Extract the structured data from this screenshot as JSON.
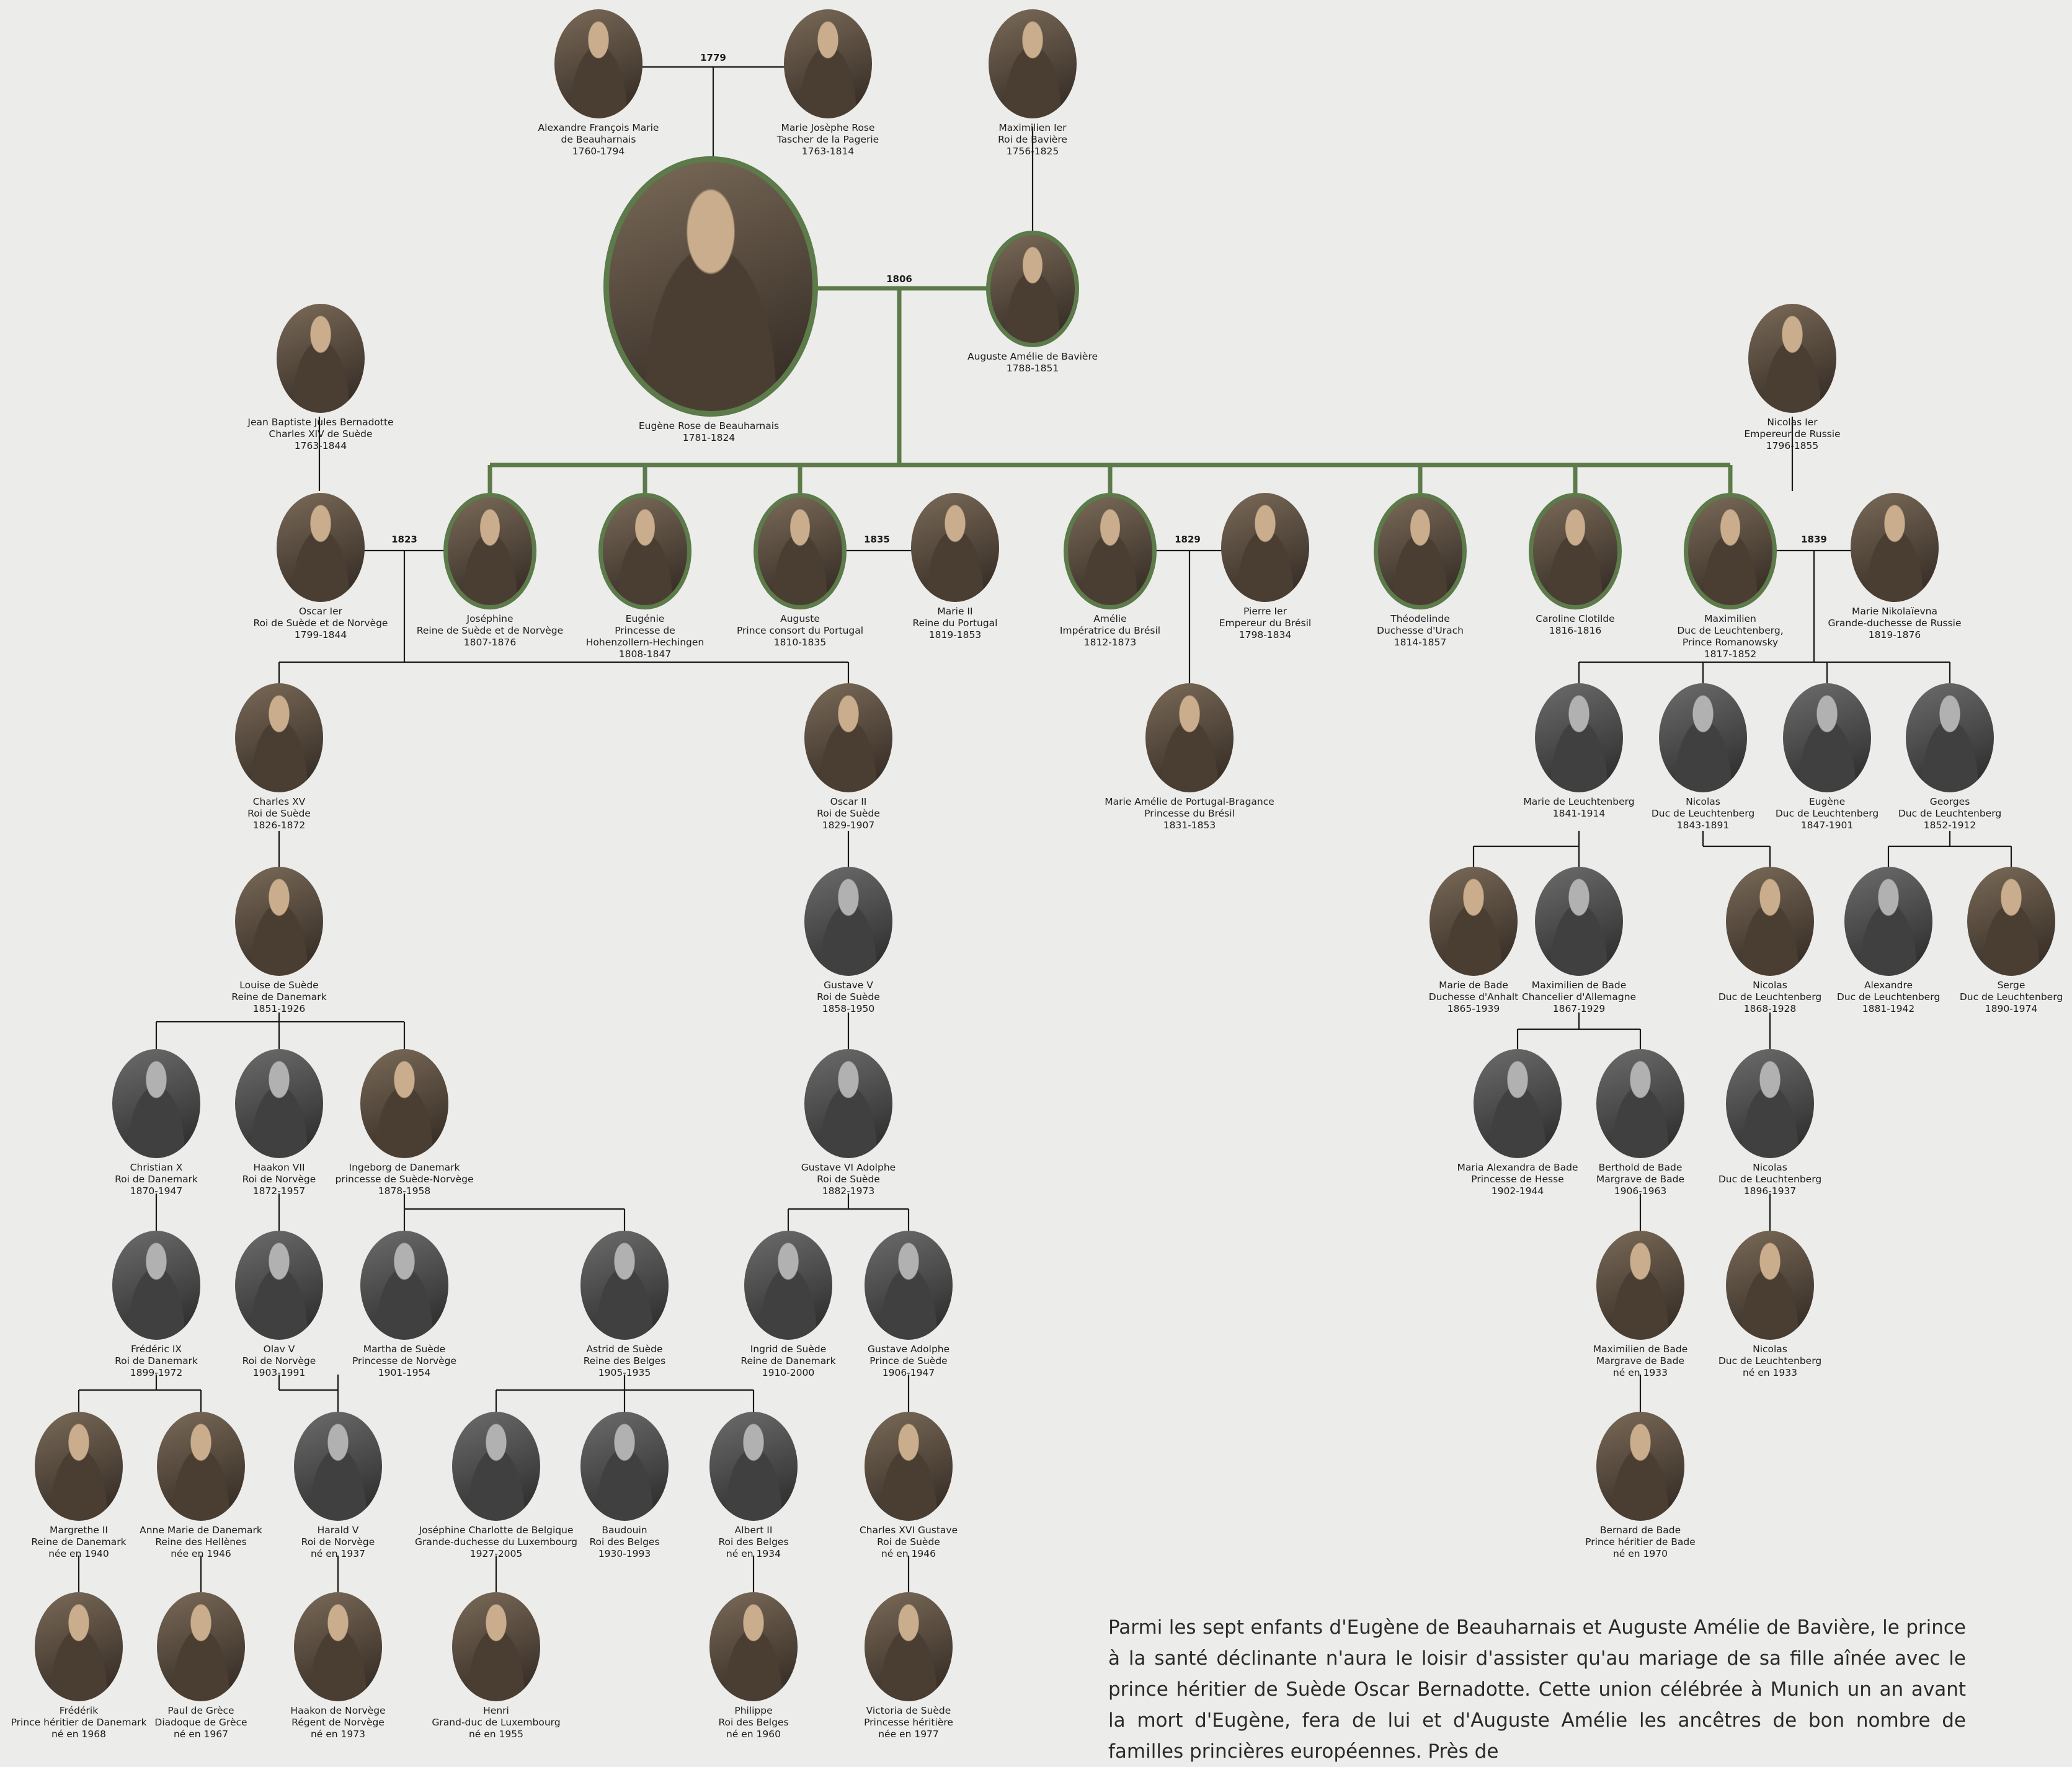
{
  "colors": {
    "background": "#ececea",
    "main_line": "#5c7a4a",
    "line": "#1a1a1a",
    "text": "#1c1c1c"
  },
  "people": [
    {
      "id": "alexandre",
      "lines": [
        "Alexandre François Marie",
        "de Beauharnais",
        "1760-1794"
      ]
    },
    {
      "id": "josephine_t",
      "lines": [
        "Marie Josèphe Rose",
        "Tascher de la Pagerie",
        "1763-1814"
      ]
    },
    {
      "id": "maximilien1",
      "lines": [
        "Maximilien Ier",
        "Roi de Bavière",
        "1756-1825"
      ]
    },
    {
      "id": "eugene",
      "lines": [
        "Eugène Rose de Beauharnais",
        "1781-1824"
      ]
    },
    {
      "id": "auguste_amelie",
      "lines": [
        "Auguste Amélie de Bavière",
        "1788-1851"
      ]
    },
    {
      "id": "bernadotte",
      "lines": [
        "Jean Baptiste Jules Bernadotte",
        "Charles XIV de Suède",
        "1763-1844"
      ]
    },
    {
      "id": "nicolas1",
      "lines": [
        "Nicolas Ier",
        "Empereur de Russie",
        "1796-1855"
      ]
    },
    {
      "id": "oscar1",
      "lines": [
        "Oscar Ier",
        "Roi de Suède et de Norvège",
        "1799-1844"
      ]
    },
    {
      "id": "josephine",
      "lines": [
        "Joséphine",
        "Reine de Suède et de Norvège",
        "1807-1876"
      ]
    },
    {
      "id": "eugenie",
      "lines": [
        "Eugénie",
        "Princesse de",
        "Hohenzollern-Hechingen",
        "1808-1847"
      ]
    },
    {
      "id": "auguste",
      "lines": [
        "Auguste",
        "Prince consort du Portugal",
        "1810-1835"
      ]
    },
    {
      "id": "maria2",
      "lines": [
        "Marie II",
        "Reine du Portugal",
        "1819-1853"
      ]
    },
    {
      "id": "amelie",
      "lines": [
        "Amélie",
        "Impératrice du Brésil",
        "1812-1873"
      ]
    },
    {
      "id": "pierre1",
      "lines": [
        "Pierre Ier",
        "Empereur du Brésil",
        "1798-1834"
      ]
    },
    {
      "id": "theodelinde",
      "lines": [
        "Théodelinde",
        "Duchesse d'Urach",
        "1814-1857"
      ]
    },
    {
      "id": "caroline",
      "lines": [
        "Caroline Clotilde",
        "1816-1816"
      ]
    },
    {
      "id": "maximilien_l",
      "lines": [
        "Maximilien",
        "Duc de Leuchtenberg,",
        "Prince Romanowsky",
        "1817-1852"
      ]
    },
    {
      "id": "marie_nik",
      "lines": [
        "Marie Nikolaïevna",
        "Grande-duchesse de Russie",
        "1819-1876"
      ]
    },
    {
      "id": "charles15",
      "lines": [
        "Charles XV",
        "Roi de Suède",
        "1826-1872"
      ]
    },
    {
      "id": "oscar2",
      "lines": [
        "Oscar II",
        "Roi de Suède",
        "1829-1907"
      ]
    },
    {
      "id": "marie_amelie_b",
      "lines": [
        "Marie Amélie de Portugal-Bragance",
        "Princesse du Brésil",
        "1831-1853"
      ]
    },
    {
      "id": "marie_l",
      "lines": [
        "Marie de Leuchtenberg",
        "1841-1914"
      ]
    },
    {
      "id": "nicolas_l",
      "lines": [
        "Nicolas",
        "Duc de Leuchtenberg",
        "1843-1891"
      ]
    },
    {
      "id": "eugene_l",
      "lines": [
        "Eugène",
        "Duc de Leuchtenberg",
        "1847-1901"
      ]
    },
    {
      "id": "georges_l",
      "lines": [
        "Georges",
        "Duc de Leuchtenberg",
        "1852-1912"
      ]
    },
    {
      "id": "louise",
      "lines": [
        "Louise de Suède",
        "Reine de Danemark",
        "1851-1926"
      ]
    },
    {
      "id": "gustave5",
      "lines": [
        "Gustave V",
        "Roi de Suède",
        "1858-1950"
      ]
    },
    {
      "id": "marie_bade",
      "lines": [
        "Marie de Bade",
        "Duchesse d'Anhalt",
        "1865-1939"
      ]
    },
    {
      "id": "max_bade",
      "lines": [
        "Maximilien de Bade",
        "Chancelier  d'Allemagne",
        "1867-1929"
      ]
    },
    {
      "id": "nicolas_l2",
      "lines": [
        "Nicolas",
        "Duc de Leuchtenberg",
        "1868-1928"
      ]
    },
    {
      "id": "alexandre_l",
      "lines": [
        "Alexandre",
        "Duc de Leuchtenberg",
        "1881-1942"
      ]
    },
    {
      "id": "serge_l",
      "lines": [
        "Serge",
        "Duc de Leuchtenberg",
        "1890-1974"
      ]
    },
    {
      "id": "christian10",
      "lines": [
        "Christian X",
        "Roi de Danemark",
        "1870-1947"
      ]
    },
    {
      "id": "haakon7",
      "lines": [
        "Haakon VII",
        "Roi de Norvège",
        "1872-1957"
      ]
    },
    {
      "id": "ingeborg",
      "lines": [
        "Ingeborg de Danemark",
        "princesse de Suède-Norvège",
        "1878-1958"
      ]
    },
    {
      "id": "gustave6",
      "lines": [
        "Gustave VI Adolphe",
        "Roi de Suède",
        "1882-1973"
      ]
    },
    {
      "id": "maria_alex",
      "lines": [
        "Maria Alexandra de Bade",
        "Princesse de Hesse",
        "1902-1944"
      ]
    },
    {
      "id": "berthold",
      "lines": [
        "Berthold de Bade",
        "Margrave de Bade",
        "1906-1963"
      ]
    },
    {
      "id": "nicolas_l3",
      "lines": [
        "Nicolas",
        "Duc de Leuchtenberg",
        "1896-1937"
      ]
    },
    {
      "id": "frederic9",
      "lines": [
        "Frédéric IX",
        "Roi de Danemark",
        "1899-1972"
      ]
    },
    {
      "id": "olav5",
      "lines": [
        "Olav V",
        "Roi de Norvège",
        "1903-1991"
      ]
    },
    {
      "id": "martha",
      "lines": [
        "Martha de Suède",
        "Princesse de Norvège",
        "1901-1954"
      ]
    },
    {
      "id": "astrid",
      "lines": [
        "Astrid de Suède",
        "Reine des Belges",
        "1905-1935"
      ]
    },
    {
      "id": "ingrid",
      "lines": [
        "Ingrid de Suède",
        "Reine de Danemark",
        "1910-2000"
      ]
    },
    {
      "id": "gustave_adolphe",
      "lines": [
        "Gustave Adolphe",
        "Prince de Suède",
        "1906-1947"
      ]
    },
    {
      "id": "max_bade2",
      "lines": [
        "Maximilien de Bade",
        "Margrave de Bade",
        "né en 1933"
      ]
    },
    {
      "id": "nicolas_l4",
      "lines": [
        "Nicolas",
        "Duc de Leuchtenberg",
        "né en 1933"
      ]
    },
    {
      "id": "margrethe",
      "lines": [
        "Margrethe II",
        "Reine de Danemark",
        "née en 1940"
      ]
    },
    {
      "id": "anne_marie",
      "lines": [
        "Anne Marie de Danemark",
        "Reine des Hellènes",
        "née en 1946"
      ]
    },
    {
      "id": "harald5",
      "lines": [
        "Harald V",
        "Roi de Norvège",
        "né en 1937"
      ]
    },
    {
      "id": "josephine_ch",
      "lines": [
        "Joséphine Charlotte de Belgique",
        "Grande-duchesse du Luxembourg",
        "1927-2005"
      ]
    },
    {
      "id": "baudouin",
      "lines": [
        "Baudouin",
        "Roi des Belges",
        "1930-1993"
      ]
    },
    {
      "id": "albert2",
      "lines": [
        "Albert II",
        "Roi des Belges",
        "né en 1934"
      ]
    },
    {
      "id": "charles16",
      "lines": [
        "Charles XVI Gustave",
        "Roi de Suède",
        "né en 1946"
      ]
    },
    {
      "id": "bernard_bade",
      "lines": [
        "Bernard de Bade",
        "Prince héritier de Bade",
        "né en 1970"
      ]
    },
    {
      "id": "frederik",
      "lines": [
        "Frédérik",
        "Prince héritier de Danemark",
        "né en 1968"
      ]
    },
    {
      "id": "paul_grece",
      "lines": [
        "Paul de Grèce",
        "Diadoque de Grèce",
        "né en 1967"
      ]
    },
    {
      "id": "haakon_n",
      "lines": [
        "Haakon de Norvège",
        "Régent de Norvège",
        "né en 1973"
      ]
    },
    {
      "id": "henri",
      "lines": [
        "Henri",
        "Grand-duc de Luxembourg",
        "né en 1955"
      ]
    },
    {
      "id": "philippe",
      "lines": [
        "Philippe",
        "Roi des Belges",
        "né en 1960"
      ]
    },
    {
      "id": "victoria",
      "lines": [
        "Victoria de Suède",
        "Princesse héritière",
        "née en 1977"
      ]
    }
  ],
  "marriage_years": {
    "y1779": "1779",
    "y1806": "1806",
    "y1823": "1823",
    "y1835": "1835",
    "y1829": "1829",
    "y1839": "1839"
  },
  "body_text": "Parmi les sept enfants d'Eugène de Beauharnais et Auguste Amélie de Bavière, le prince à la santé déclinante n'aura le loisir d'assister qu'au mariage de sa fille aînée avec le prince héritier de Suède Oscar Bernadotte. Cette union célébrée à Munich un an avant la mort d'Eugène, fera de lui et d'Auguste Amélie les ancêtres de bon nombre de familles princières européennes. Près de"
}
